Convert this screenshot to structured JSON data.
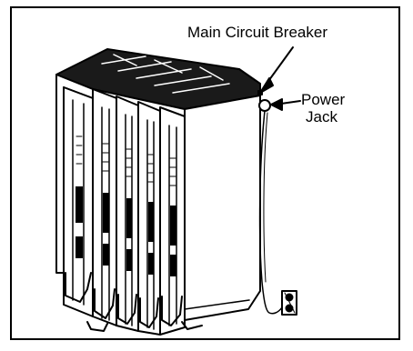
{
  "labels": {
    "main_circuit_breaker": "Main Circuit Breaker",
    "power": "Power",
    "jack": "Jack"
  },
  "colors": {
    "ink": "#000000",
    "paper": "#ffffff"
  }
}
